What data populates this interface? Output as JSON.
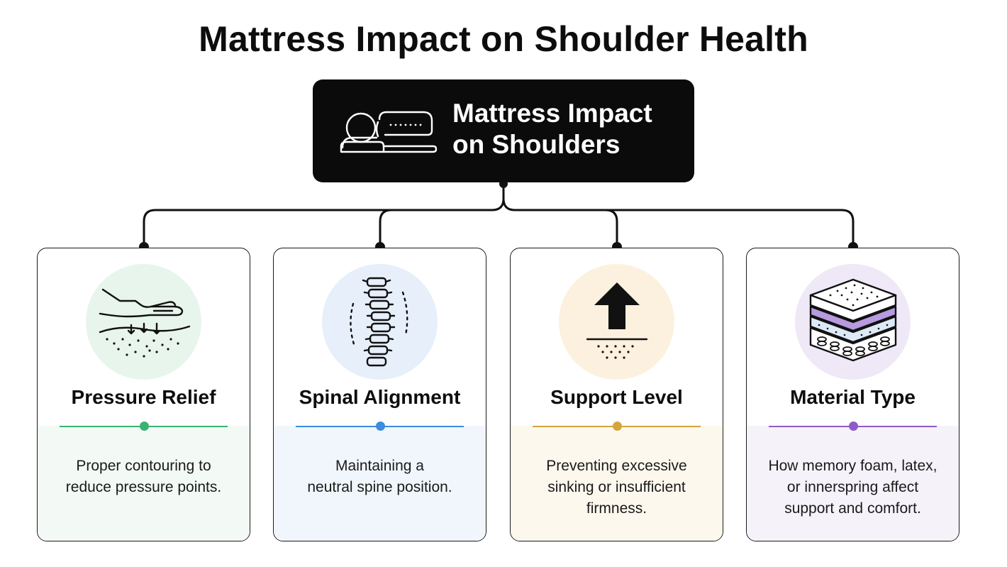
{
  "title": "Mattress Impact on Shoulder Health",
  "root": {
    "title_lines": [
      "Mattress Impact",
      "on Shoulders"
    ],
    "icon": "person-lying-on-mattress-icon"
  },
  "categories": [
    {
      "title": "Pressure Relief",
      "icon": "hand-pressing-foam-icon",
      "desc_lines": [
        "Proper contouring to",
        "reduce pressure points."
      ],
      "accent": "#3bb273",
      "circle_bg": "#e8f5ec",
      "bottom_bg": "#f3faf5"
    },
    {
      "title": "Spinal Alignment",
      "icon": "spine-icon",
      "desc_lines": [
        "Maintaining a",
        "neutral spine position."
      ],
      "accent": "#3b8de0",
      "circle_bg": "#e6effa",
      "bottom_bg": "#f1f6fc"
    },
    {
      "title": "Support Level",
      "icon": "up-arrow-support-icon",
      "desc_lines": [
        "Preventing excessive",
        "sinking or insufficient",
        "firmness."
      ],
      "accent": "#d4a53a",
      "circle_bg": "#fbf1de",
      "bottom_bg": "#fdf8ee"
    },
    {
      "title": "Material Type",
      "icon": "mattress-layers-icon",
      "desc_lines": [
        "How memory foam, latex,",
        "or innerspring affect",
        "support and comfort."
      ],
      "accent": "#8e5cc9",
      "circle_bg": "#efe8f7",
      "bottom_bg": "#f6f2fa"
    }
  ]
}
